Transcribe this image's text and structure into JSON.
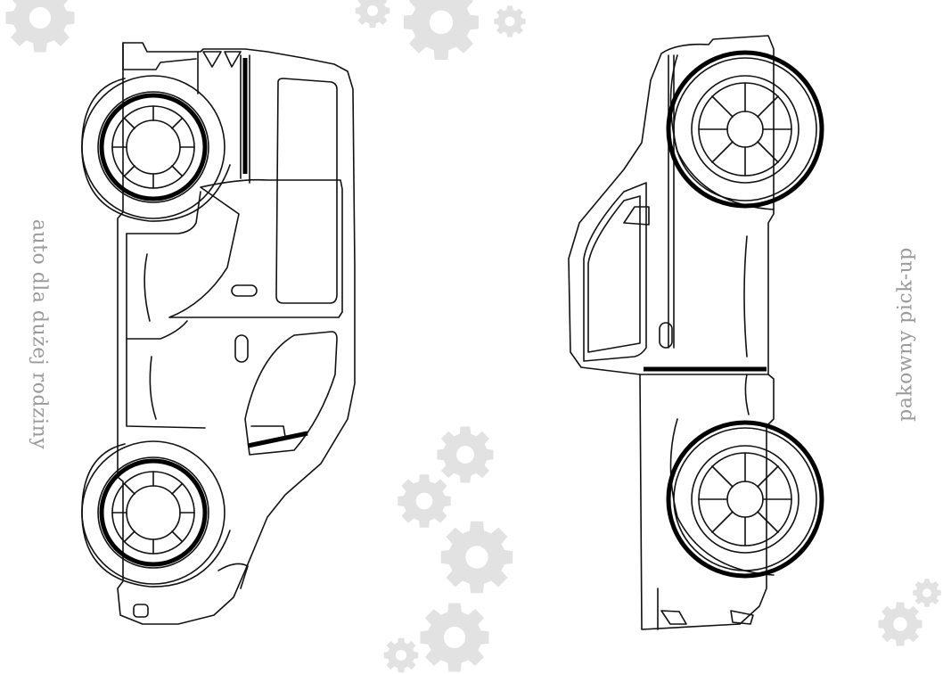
{
  "captions": {
    "left": "auto dla dużej rodziny",
    "right": "pakowny pick-up"
  },
  "colors": {
    "line": "#111111",
    "caption": "#9a9a9a",
    "gear": "#e2e2e2",
    "background": "#ffffff"
  },
  "illustrations": {
    "left_vehicle": "family-van-outline",
    "right_vehicle": "pickup-truck-outline",
    "decoration": "gear-icon"
  }
}
